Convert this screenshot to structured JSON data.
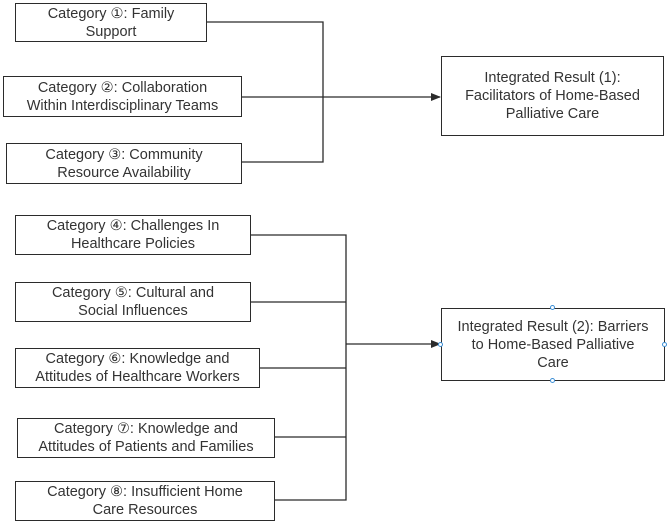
{
  "categories": [
    {
      "label": "Category ①: Family\nSupport"
    },
    {
      "label": "Category ②: Collaboration\nWithin Interdisciplinary Teams"
    },
    {
      "label": "Category ③: Community\nResource Availability"
    },
    {
      "label": "Category ④: Challenges In\nHealthcare Policies"
    },
    {
      "label": "Category ⑤: Cultural and\nSocial Influences"
    },
    {
      "label": "Category ⑥: Knowledge and\nAttitudes of Healthcare Workers"
    },
    {
      "label": "Category ⑦: Knowledge and\nAttitudes of Patients and Families"
    },
    {
      "label": "Category ⑧: Insufficient Home\nCare Resources"
    }
  ],
  "results": [
    {
      "label": "Integrated Result (1):\nFacilitators of Home-Based\nPalliative Care"
    },
    {
      "label": "Integrated Result (2): Barriers\nto Home-Based Palliative\nCare"
    }
  ],
  "colors": {
    "line": "#2b2b2b",
    "text": "#333333",
    "selection_handle": "#3d8fd6"
  }
}
